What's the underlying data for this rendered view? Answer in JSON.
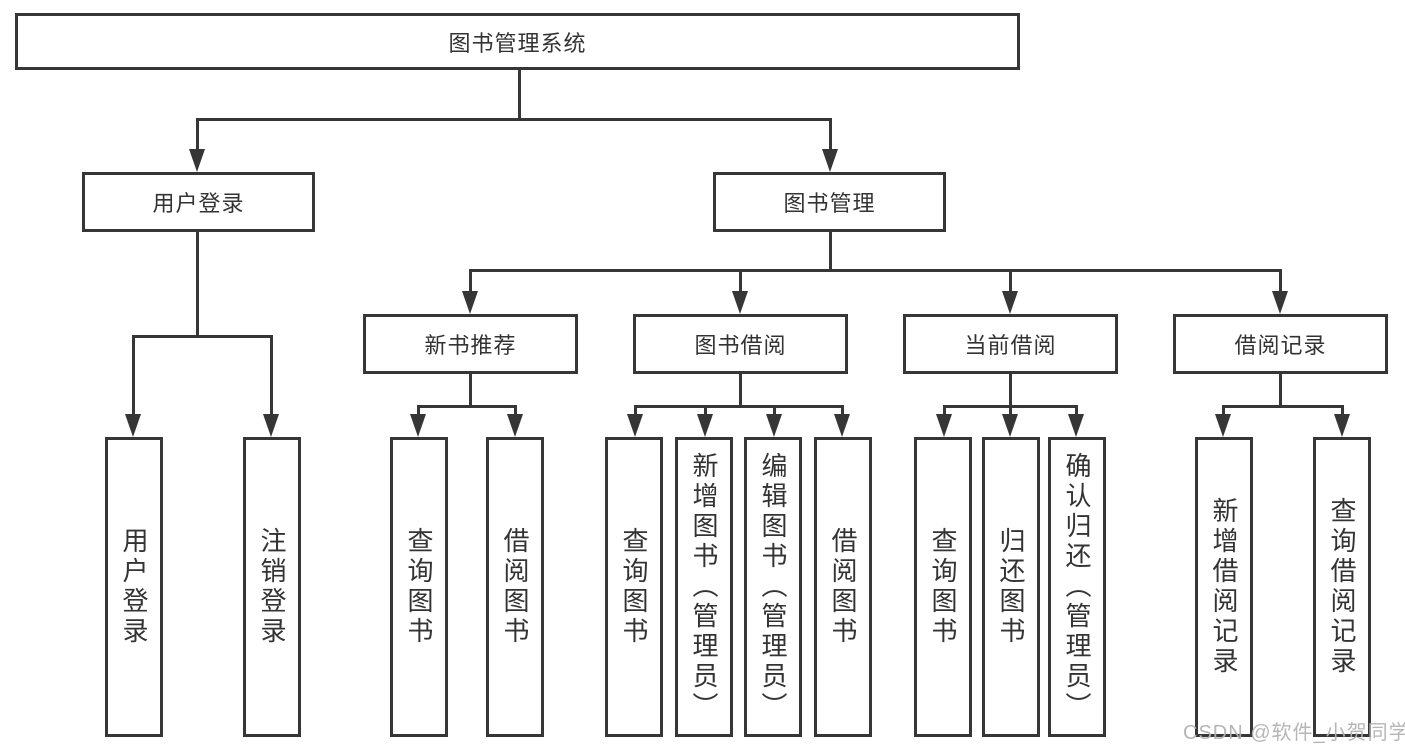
{
  "diagram_title": "图书管理系统",
  "tree": {
    "root": {
      "label": "图书管理系统",
      "children": [
        {
          "label": "用户登录",
          "children": [
            {
              "label": "用户登录"
            },
            {
              "label": "注销登录"
            }
          ]
        },
        {
          "label": "图书管理",
          "children": [
            {
              "label": "新书推荐",
              "children": [
                {
                  "label": "查询图书"
                },
                {
                  "label": "借阅图书"
                }
              ]
            },
            {
              "label": "图书借阅",
              "children": [
                {
                  "label": "查询图书"
                },
                {
                  "label": "新增图书（管理员）"
                },
                {
                  "label": "编辑图书（管理员）"
                },
                {
                  "label": "借阅图书"
                }
              ]
            },
            {
              "label": "当前借阅",
              "children": [
                {
                  "label": "查询图书"
                },
                {
                  "label": "归还图书"
                },
                {
                  "label": "确认归还（管理员）"
                }
              ]
            },
            {
              "label": "借阅记录",
              "children": [
                {
                  "label": "新增借阅记录"
                },
                {
                  "label": "查询借阅记录"
                }
              ]
            }
          ]
        }
      ]
    }
  },
  "watermark": "CSDN @软件_小贺同学",
  "colors": {
    "line": "#363636",
    "text": "#333333",
    "background": "#ffffff",
    "watermark": "#b2b2b2"
  }
}
